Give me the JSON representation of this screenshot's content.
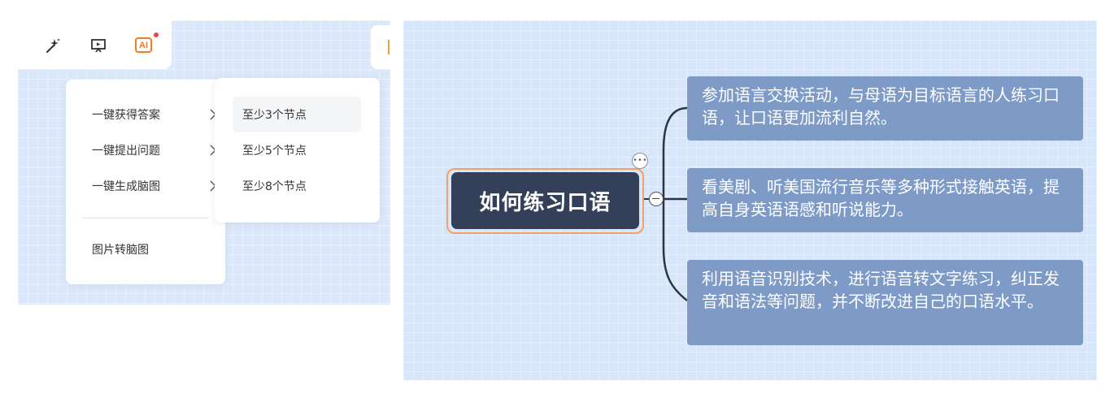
{
  "toolbar": {
    "icons": [
      "magic-wand-icon",
      "presentation-icon",
      "ai-icon"
    ],
    "ai_label": "AI"
  },
  "menu": {
    "items": [
      {
        "label": "一键获得答案"
      },
      {
        "label": "一键提出问题"
      },
      {
        "label": "一键生成脑图"
      }
    ],
    "bottom_item": "图片转脑图",
    "submenu": {
      "items": [
        {
          "label": "至少3个节点",
          "active": true
        },
        {
          "label": "至少5个节点",
          "active": false
        },
        {
          "label": "至少8个节点",
          "active": false
        }
      ]
    }
  },
  "mindmap": {
    "root": "如何练习口语",
    "children": [
      {
        "text": "参加语言交换活动，与母语为目标语言的人练习口语，让口语更加流利自然。"
      },
      {
        "text": "看美剧、听美国流行音乐等多种形式接触英语，提高自身英语语感和听说能力。"
      },
      {
        "text": "利用语音识别技术，进行语音转文字练习，纠正发音和语法等问题，并不断改进自己的口语水平。"
      }
    ]
  },
  "colors": {
    "accent_orange": "#f07b2b",
    "root_bg": "#34405a",
    "child_bg": "#7e9bc8",
    "canvas_bg": "#d7e6fb"
  }
}
